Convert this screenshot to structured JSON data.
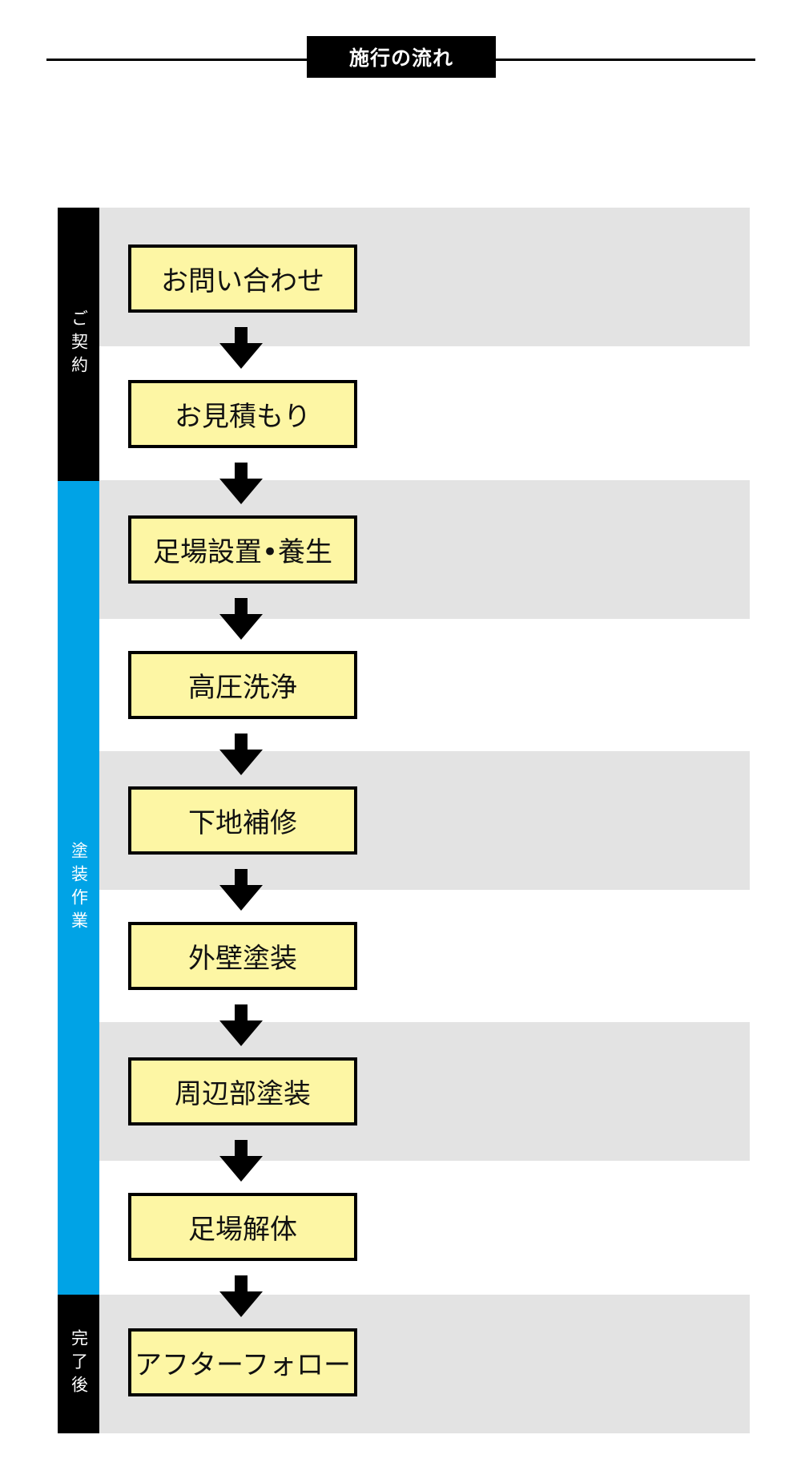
{
  "title": "施行の流れ",
  "colors": {
    "phase_contract": "#000000",
    "phase_work": "#00a3e6",
    "phase_after": "#000000",
    "step_fill": "#fdf6a4",
    "band_gray": "#e3e3e3"
  },
  "phases": [
    {
      "label": "ご契約"
    },
    {
      "label": "塗装作業"
    },
    {
      "label": "完了後"
    }
  ],
  "steps": [
    {
      "label": "お問い合わせ"
    },
    {
      "label": "お見積もり"
    },
    {
      "label": "足場設置•養生"
    },
    {
      "label": "高圧洗浄"
    },
    {
      "label": "下地補修"
    },
    {
      "label": "外壁塗装"
    },
    {
      "label": "周辺部塗装"
    },
    {
      "label": "足場解体"
    },
    {
      "label": "アフターフォロー"
    }
  ]
}
